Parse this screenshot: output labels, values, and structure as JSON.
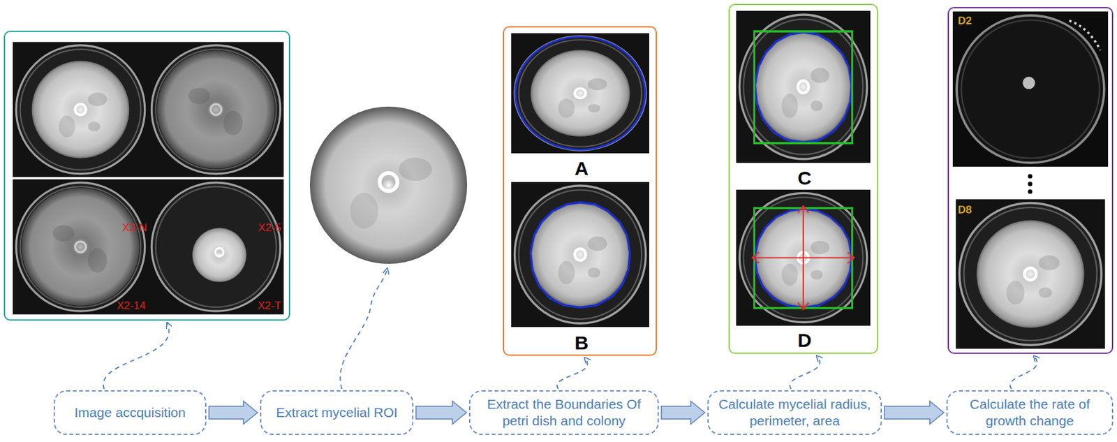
{
  "diagram": {
    "nodes": [
      {
        "text": [
          "X2-N",
          "X2-5",
          "X2-14",
          "X2-T"
        ]
      },
      {
        "text": [
          "A",
          "B"
        ]
      },
      {
        "text": [
          "C",
          "D"
        ]
      },
      {
        "text": [
          "D2",
          "D8"
        ]
      },
      {
        "text": [
          "Image accquisition"
        ]
      },
      {
        "text": [
          "Extract mycelial ROI"
        ]
      },
      {
        "text": [
          "Extract the Boundaries Of petri dish and colony"
        ]
      },
      {
        "text": [
          "Calculate mycelial radius, perimeter, area"
        ]
      },
      {
        "text": [
          "Calculate the rate of growth change"
        ]
      }
    ],
    "edges": [
      {
        "from": 4,
        "to": 5,
        "arrow": "to"
      },
      {
        "from": 5,
        "to": 6,
        "arrow": "to"
      },
      {
        "from": 6,
        "to": 7,
        "arrow": "to"
      },
      {
        "from": 7,
        "to": 8,
        "arrow": "to"
      },
      {
        "from": 4,
        "to": 0,
        "arrow": "to"
      },
      {
        "from": 6,
        "to": 1,
        "arrow": "to"
      },
      {
        "from": 7,
        "to": 2,
        "arrow": "to"
      },
      {
        "from": 8,
        "to": 3,
        "arrow": "to"
      }
    ]
  }
}
